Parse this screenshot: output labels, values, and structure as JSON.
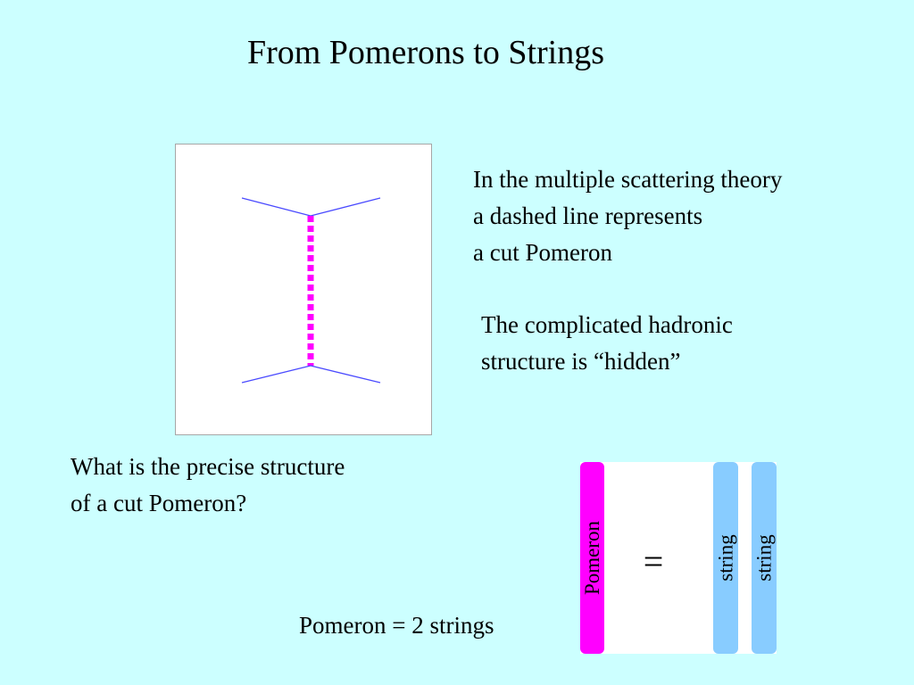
{
  "slide": {
    "title": "From Pomerons to Strings",
    "background_color": "#ccffff"
  },
  "paragraphs": [
    {
      "lines": [
        "In the multiple scattering theory",
        "a dashed line represents",
        "a cut Pomeron"
      ]
    },
    {
      "lines": [
        "The complicated hadronic",
        "structure is “hidden”"
      ]
    }
  ],
  "question": {
    "lines": [
      "What is the precise structure",
      "of a cut Pomeron?"
    ]
  },
  "diagram": {
    "external_line_color": "#4a4aff",
    "cut_pomeron_color": "#ff00ff"
  },
  "equivalence": {
    "pomeron_label": "Pomeron",
    "equals_label": "=",
    "string_labels": [
      "string",
      "string"
    ],
    "pomeron_color": "#ff00ff",
    "string_color": "#88ccff",
    "caption": "Pomeron = 2 strings"
  }
}
